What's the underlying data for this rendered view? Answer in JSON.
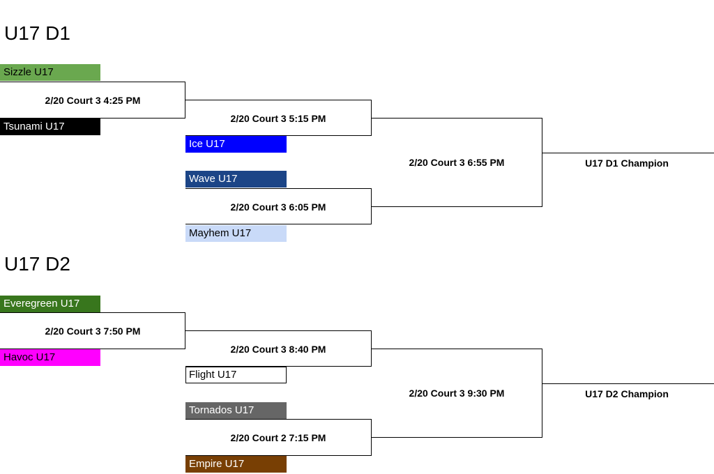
{
  "brackets": [
    {
      "title": "U17 D1",
      "round1": {
        "top_team": {
          "name": "Sizzle U17",
          "color": "#6aa84f"
        },
        "bottom_team": {
          "name": "Tsunami U17",
          "color": "#000000"
        },
        "game": "2/20 Court 3 4:25 PM"
      },
      "semi_top": {
        "bye_team": {
          "name": "Ice U17",
          "color": "#0000ff"
        },
        "game": "2/20 Court 3 5:15 PM"
      },
      "semi_bottom": {
        "top_team": {
          "name": "Wave U17",
          "color": "#1c4587"
        },
        "bottom_team": {
          "name": "Mayhem U17",
          "color": "#c9daf8"
        },
        "game": "2/20 Court 3 6:05 PM"
      },
      "final_game": "2/20 Court 3 6:55 PM",
      "champion": "U17 D1 Champion"
    },
    {
      "title": "U17 D2",
      "round1": {
        "top_team": {
          "name": "Everegreen U17",
          "color": "#38761d"
        },
        "bottom_team": {
          "name": "Havoc U17",
          "color": "#ff00ff"
        },
        "game": "2/20 Court 3 7:50 PM"
      },
      "semi_top": {
        "bye_team": {
          "name": "Flight U17",
          "color": "#ffffff"
        },
        "game": "2/20 Court 3 8:40 PM"
      },
      "semi_bottom": {
        "top_team": {
          "name": "Tornados U17",
          "color": "#666666"
        },
        "bottom_team": {
          "name": "Empire U17",
          "color": "#783f04"
        },
        "game": "2/20 Court 2 7:15 PM"
      },
      "final_game": "2/20 Court 3 9:30 PM",
      "champion": "U17 D2 Champion"
    }
  ]
}
